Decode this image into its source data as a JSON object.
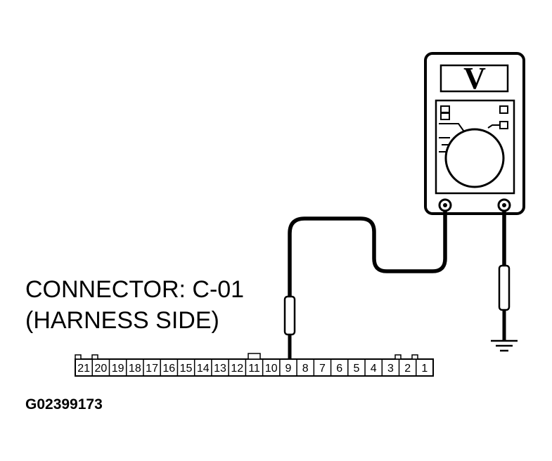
{
  "connector": {
    "title": "CONNECTOR: C-01",
    "side": "(HARNESS SIDE)",
    "pins": [
      "21",
      "20",
      "19",
      "18",
      "17",
      "16",
      "15",
      "14",
      "13",
      "12",
      "11",
      "10",
      "9",
      "8",
      "7",
      "6",
      "5",
      "4",
      "3",
      "2",
      "1"
    ],
    "probed_pin": "9"
  },
  "meter": {
    "display_letter": "V"
  },
  "figure_code": "G02399173"
}
